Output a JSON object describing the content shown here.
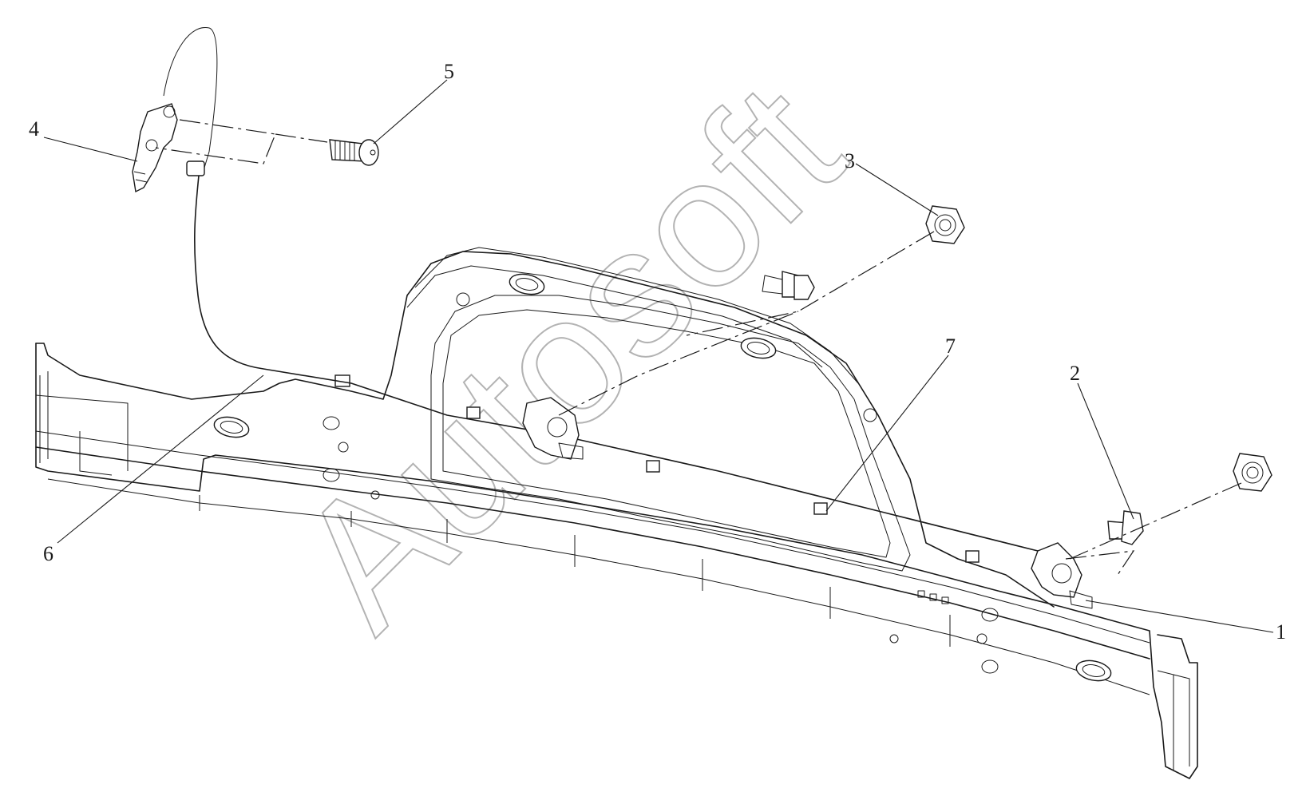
{
  "callouts": [
    {
      "id": "1",
      "label": "1"
    },
    {
      "id": "2",
      "label": "2"
    },
    {
      "id": "3",
      "label": "3"
    },
    {
      "id": "4",
      "label": "4"
    },
    {
      "id": "5",
      "label": "5"
    },
    {
      "id": "6",
      "label": "6"
    },
    {
      "id": "7",
      "label": "7"
    }
  ],
  "watermark": "Autosoft"
}
